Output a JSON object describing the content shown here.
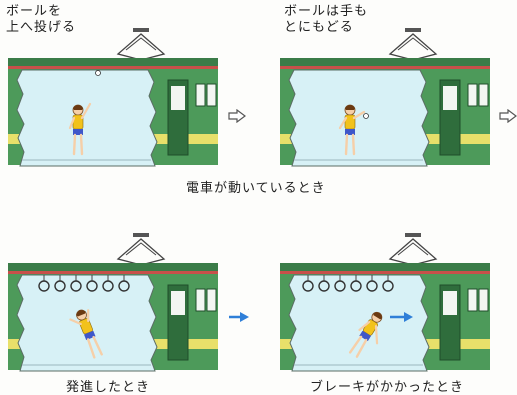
{
  "panels": [
    {
      "id": "moving-throw",
      "note_lines": [
        "ボールを",
        "上へ投げる"
      ]
    },
    {
      "id": "moving-return",
      "note_lines": [
        "ボールは手も",
        "とにもどる"
      ]
    },
    {
      "id": "start",
      "caption": "発進したとき"
    },
    {
      "id": "brake",
      "caption": "ブレーキがかかったとき"
    }
  ],
  "captions": {
    "moving": "電車が動いているとき"
  },
  "colors": {
    "train_green": "#4d9a5a",
    "train_dark": "#3b7c48",
    "stripe_red": "#c8504a",
    "stripe_yellow": "#e8e06a",
    "interior": "#d7f1f6",
    "arrow_blue": "#2f7fd8",
    "shirt_yellow": "#f2c21b",
    "shorts_blue": "#3f57c9"
  },
  "icons": [
    "pantograph-icon",
    "hollow-arrow-icon",
    "blue-arrow-icon",
    "person-icon",
    "ball-icon",
    "strap-handle-icon"
  ]
}
